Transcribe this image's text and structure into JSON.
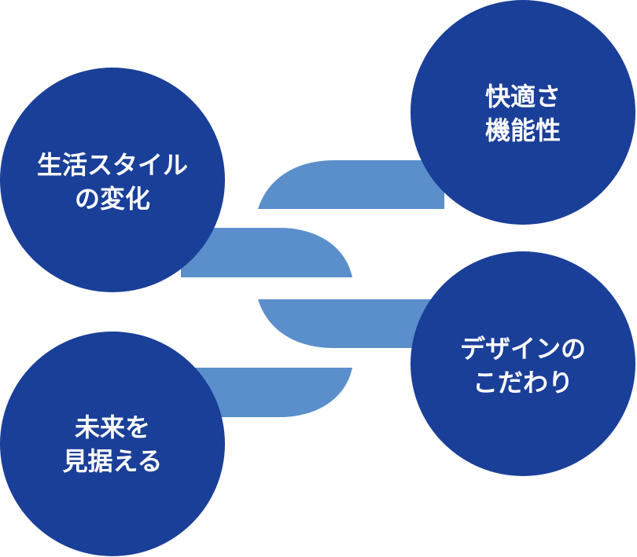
{
  "diagram": {
    "nodes": {
      "lifestyle": {
        "line1": "生活スタイル",
        "line2": "の変化"
      },
      "comfort": {
        "line1": "快適さ",
        "line2": "機能性"
      },
      "design": {
        "line1": "デザインの",
        "line2": "こだわり"
      },
      "future": {
        "line1": "未来を",
        "line2": "見据える"
      }
    },
    "colors": {
      "circle": "#1a3f98",
      "connector": "#5a8fcb",
      "text": "#ffffff"
    }
  }
}
